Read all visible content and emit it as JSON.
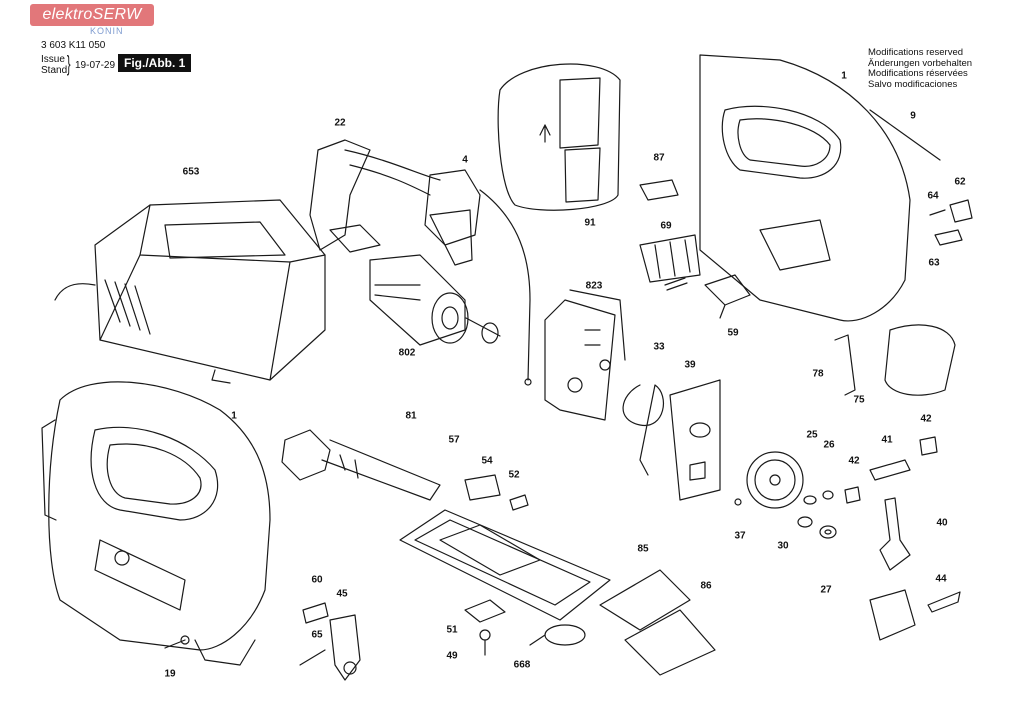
{
  "watermark": {
    "brand": "elektroSERW",
    "city": "KONIN"
  },
  "header": {
    "doc_number": "3 603 K11 050",
    "issue_label": "Issue",
    "stand_label": "Stand",
    "date": "19-07-29",
    "figure_label": "Fig./Abb. 1"
  },
  "notice": [
    "Modifications reserved",
    "Änderungen vorbehalten",
    "Modifications réservées",
    "Salvo modificaciones"
  ],
  "parts": [
    {
      "id": "1",
      "label": "1"
    },
    {
      "id": "1b",
      "label": "1"
    },
    {
      "id": "4",
      "label": "4"
    },
    {
      "id": "9",
      "label": "9"
    },
    {
      "id": "19",
      "label": "19"
    },
    {
      "id": "22",
      "label": "22"
    },
    {
      "id": "25",
      "label": "25"
    },
    {
      "id": "26",
      "label": "26"
    },
    {
      "id": "27",
      "label": "27"
    },
    {
      "id": "30",
      "label": "30"
    },
    {
      "id": "33",
      "label": "33"
    },
    {
      "id": "37",
      "label": "37"
    },
    {
      "id": "39",
      "label": "39"
    },
    {
      "id": "40",
      "label": "40"
    },
    {
      "id": "41",
      "label": "41"
    },
    {
      "id": "42",
      "label": "42"
    },
    {
      "id": "42b",
      "label": "42"
    },
    {
      "id": "44",
      "label": "44"
    },
    {
      "id": "45",
      "label": "45"
    },
    {
      "id": "49",
      "label": "49"
    },
    {
      "id": "51",
      "label": "51"
    },
    {
      "id": "52",
      "label": "52"
    },
    {
      "id": "54",
      "label": "54"
    },
    {
      "id": "57",
      "label": "57"
    },
    {
      "id": "59",
      "label": "59"
    },
    {
      "id": "60",
      "label": "60"
    },
    {
      "id": "62",
      "label": "62"
    },
    {
      "id": "63",
      "label": "63"
    },
    {
      "id": "64",
      "label": "64"
    },
    {
      "id": "65",
      "label": "65"
    },
    {
      "id": "69",
      "label": "69"
    },
    {
      "id": "75",
      "label": "75"
    },
    {
      "id": "78",
      "label": "78"
    },
    {
      "id": "81",
      "label": "81"
    },
    {
      "id": "85",
      "label": "85"
    },
    {
      "id": "86",
      "label": "86"
    },
    {
      "id": "87",
      "label": "87"
    },
    {
      "id": "91",
      "label": "91"
    },
    {
      "id": "653",
      "label": "653"
    },
    {
      "id": "668",
      "label": "668"
    },
    {
      "id": "802",
      "label": "802"
    },
    {
      "id": "823",
      "label": "823"
    }
  ]
}
